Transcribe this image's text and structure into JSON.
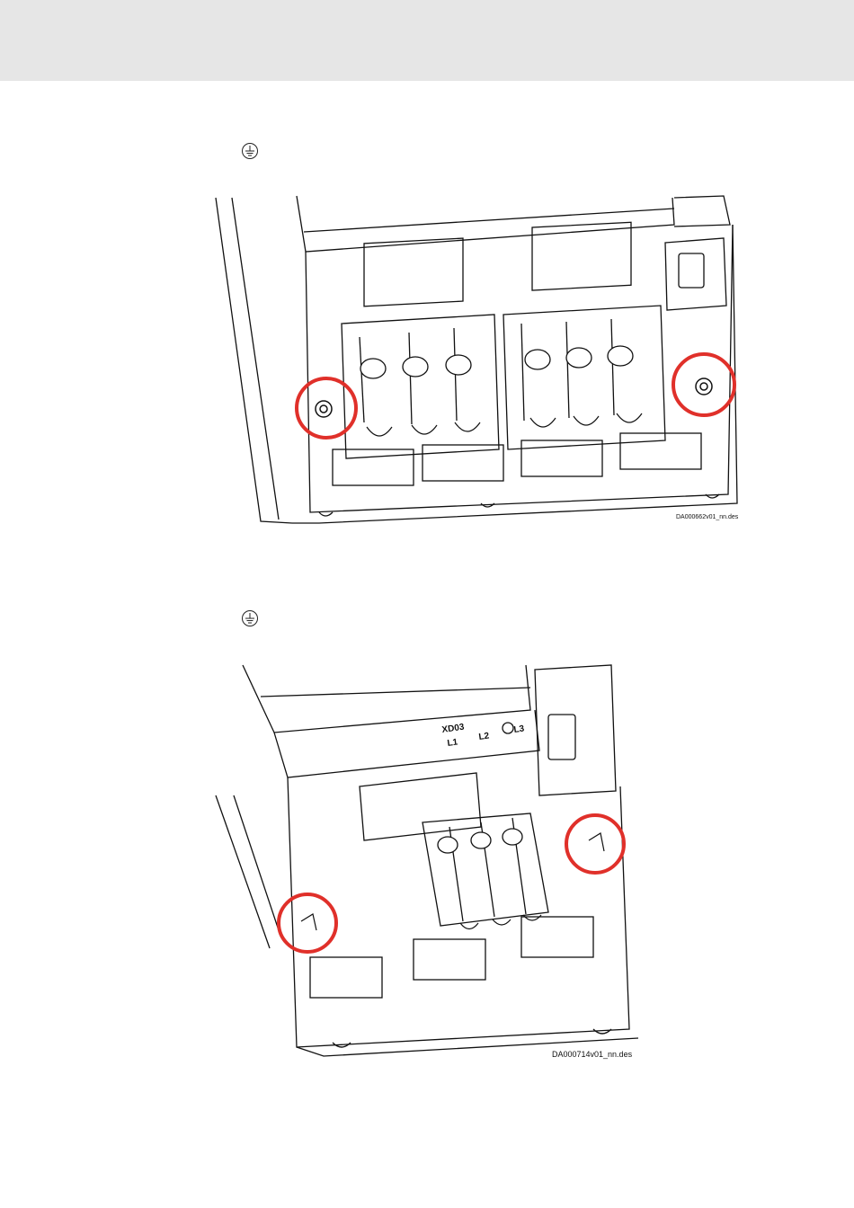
{
  "figures": [
    {
      "id_label": "DA000662v01_nn.des",
      "highlight_color": "#e0302a"
    },
    {
      "id_label": "DA000714v01_nn.des",
      "highlight_color": "#e0302a",
      "terminal_labels": {
        "block": "XD03",
        "l1": "L1",
        "l2": "L2",
        "l3": "L3"
      }
    }
  ],
  "icons": [
    "protective-earth-icon",
    "protective-earth-icon"
  ]
}
